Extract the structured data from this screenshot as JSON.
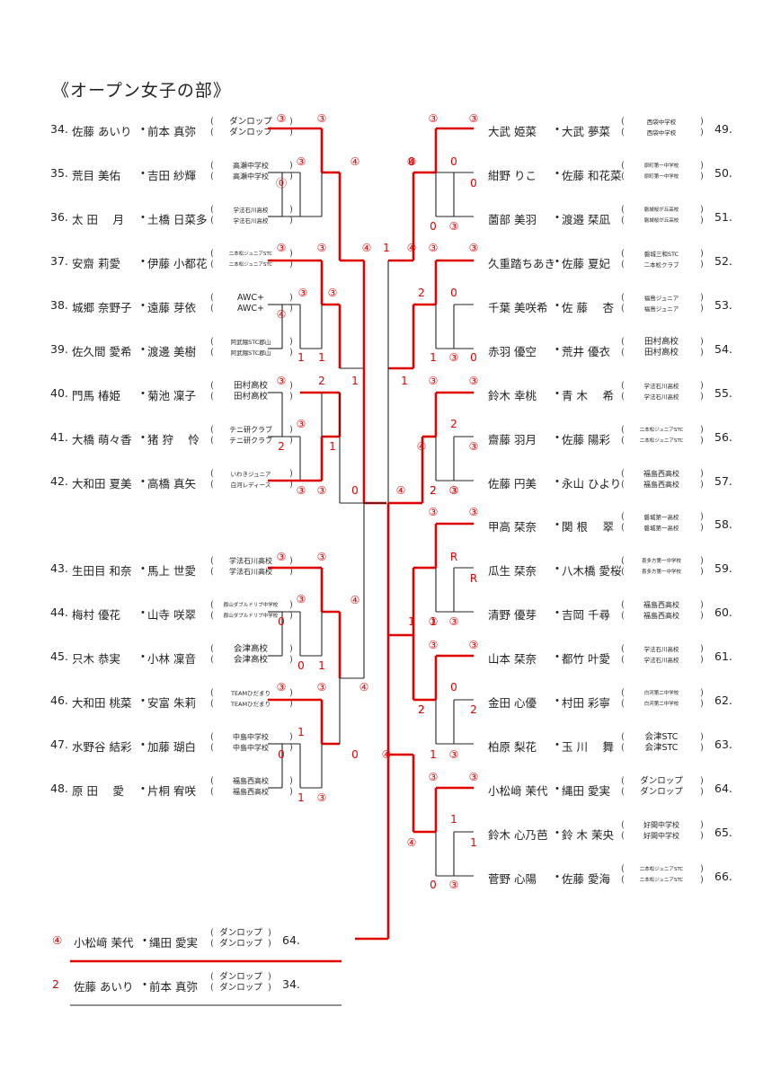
{
  "title": "《オープン女子の部》",
  "left": [
    {
      "num": "34.",
      "p1": "佐藤 あいり",
      "p2": "前本 真弥",
      "c1": "ダンロップ",
      "c2": "ダンロップ",
      "cs": "sm1"
    },
    {
      "num": "35.",
      "p1": "荒目 美佑",
      "p2": "吉田 紗輝",
      "c1": "高瀬中学校",
      "c2": "高瀬中学校",
      "cs": "sm2"
    },
    {
      "num": "36.",
      "p1": "太 田　 月",
      "p2": "土橋 日菜多",
      "c1": "学法石川高校",
      "c2": "学法石川高校",
      "cs": "sm3"
    },
    {
      "num": "37.",
      "p1": "安齋 莉愛",
      "p2": "伊藤 小都花",
      "c1": "二本松ジュニアSTC",
      "c2": "二本松ジュニアSTC",
      "cs": "sm4"
    },
    {
      "num": "38.",
      "p1": "城郷 奈野子",
      "p2": "遠藤 芽依",
      "c1": "AWC+",
      "c2": "AWC+",
      "cs": "sm1"
    },
    {
      "num": "39.",
      "p1": "佐久間 愛希",
      "p2": "渡邊 美樹",
      "c1": "阿武隈STC郡山",
      "c2": "阿武隈STC郡山",
      "cs": "sm3"
    },
    {
      "num": "40.",
      "p1": "門馬 椿姫",
      "p2": "菊池 凜子",
      "c1": "田村高校",
      "c2": "田村高校",
      "cs": "sm1"
    },
    {
      "num": "41.",
      "p1": "大橋 萌々香",
      "p2": "猪 狩　 怜",
      "c1": "テニ研クラブ",
      "c2": "テニ研クラブ",
      "cs": "sm2"
    },
    {
      "num": "42.",
      "p1": "大和田 夏美",
      "p2": "高橋 真矢",
      "c1": "いわきジュニア",
      "c2": "白河レディース",
      "cs": "sm3"
    },
    {
      "num": "43.",
      "p1": "生田目 和奈",
      "p2": "馬上 世愛",
      "c1": "学法石川高校",
      "c2": "学法石川高校",
      "cs": "sm2"
    },
    {
      "num": "44.",
      "p1": "梅村 優花",
      "p2": "山寺 咲翠",
      "c1": "郡山ダブルドリブ中学校",
      "c2": "郡山ダブルドリブ中学校",
      "cs": "sm4"
    },
    {
      "num": "45.",
      "p1": "只木 恭実",
      "p2": "小林 凜音",
      "c1": "会津高校",
      "c2": "会津高校",
      "cs": "sm1"
    },
    {
      "num": "46.",
      "p1": "大和田 桃菜",
      "p2": "安富 朱莉",
      "c1": "TEAMひだまり",
      "c2": "TEAMひだまり",
      "cs": "sm3"
    },
    {
      "num": "47.",
      "p1": "水野谷 結彩",
      "p2": "加藤 瑚白",
      "c1": "中島中学校",
      "c2": "中島中学校",
      "cs": "sm2"
    },
    {
      "num": "48.",
      "p1": "原 田　 愛",
      "p2": "片桐 宥咲",
      "c1": "福島西高校",
      "c2": "福島西高校",
      "cs": "sm2"
    }
  ],
  "right": [
    {
      "num": "49.",
      "p1": "大武 姫菜",
      "p2": "大武 夢菜",
      "c1": "西袋中学校",
      "c2": "西袋中学校",
      "cs": "sm3"
    },
    {
      "num": "50.",
      "p1": "紺野 りこ",
      "p2": "佐藤 和花菜",
      "c1": "原町第一中学校",
      "c2": "原町第一中学校",
      "cs": "sm4"
    },
    {
      "num": "51.",
      "p1": "薗部 美羽",
      "p2": "渡邉 栞凪",
      "c1": "磐城桜が丘高校",
      "c2": "磐城桜が丘高校",
      "cs": "sm4"
    },
    {
      "num": "52.",
      "p1": "久重踏ちあき",
      "p2": "佐藤 夏妃",
      "c1": "磐城三和STC",
      "c2": "二本松クラブ",
      "cs": "sm3"
    },
    {
      "num": "53.",
      "p1": "千葉 美咲希",
      "p2": "佐 藤　 杏",
      "c1": "福島ジュニア",
      "c2": "福島ジュニア",
      "cs": "sm3"
    },
    {
      "num": "54.",
      "p1": "赤羽 優空",
      "p2": "荒井 優衣",
      "c1": "田村高校",
      "c2": "田村高校",
      "cs": "sm1"
    },
    {
      "num": "55.",
      "p1": "鈴木 幸桃",
      "p2": "青 木　 希",
      "c1": "学法石川高校",
      "c2": "学法石川高校",
      "cs": "sm3"
    },
    {
      "num": "56.",
      "p1": "齋藤 羽月",
      "p2": "佐藤 陽彩",
      "c1": "二本松ジュニアSTC",
      "c2": "二本松ジュニアSTC",
      "cs": "sm4"
    },
    {
      "num": "57.",
      "p1": "佐藤 円美",
      "p2": "永山 ひより",
      "c1": "福島西高校",
      "c2": "福島西高校",
      "cs": "sm2"
    },
    {
      "num": "58.",
      "p1": "甲高 栞奈",
      "p2": "関 根　 翠",
      "c1": "磐城第一高校",
      "c2": "磐城第一高校",
      "cs": "sm3"
    },
    {
      "num": "59.",
      "p1": "瓜生 栞奈",
      "p2": "八木橋 愛桜",
      "c1": "喜多方第一中学校",
      "c2": "喜多方第一中学校",
      "cs": "sm4"
    },
    {
      "num": "60.",
      "p1": "清野 優芽",
      "p2": "吉岡 千尋",
      "c1": "福島西高校",
      "c2": "福島西高校",
      "cs": "sm2"
    },
    {
      "num": "61.",
      "p1": "山本 栞奈",
      "p2": "都竹 叶愛",
      "c1": "学法石川高校",
      "c2": "学法石川高校",
      "cs": "sm3"
    },
    {
      "num": "62.",
      "p1": "金田 心優",
      "p2": "村田 彩寧",
      "c1": "白河第二中学校",
      "c2": "白河第二中学校",
      "cs": "sm4"
    },
    {
      "num": "63.",
      "p1": "柏原 梨花",
      "p2": "玉 川　 舞",
      "c1": "会津STC",
      "c2": "会津STC",
      "cs": "sm1"
    },
    {
      "num": "64.",
      "p1": "小松﨑 茉代",
      "p2": "縄田 愛実",
      "c1": "ダンロップ",
      "c2": "ダンロップ",
      "cs": "sm1"
    },
    {
      "num": "65.",
      "p1": "鈴木 心乃芭",
      "p2": "鈴 木 茉央",
      "c1": "好間中学校",
      "c2": "好間中学校",
      "cs": "sm2"
    },
    {
      "num": "66.",
      "p1": "菅野 心陽",
      "p2": "佐藤 愛海",
      "c1": "二本松ジュニアSTC",
      "c2": "二本松ジュニアSTC",
      "cs": "sm4"
    }
  ],
  "final": [
    {
      "score": "④",
      "p1": "小松﨑 茉代",
      "p2": "縄田 愛実",
      "c1": "ダンロップ",
      "c2": "ダンロップ",
      "num": "64."
    },
    {
      "score": "2",
      "p1": "佐藤 あいり",
      "p2": "前本 真弥",
      "c1": "ダンロップ",
      "c2": "ダンロップ",
      "num": "34."
    }
  ],
  "scores": [
    "③",
    "③",
    "③",
    "⓪",
    "④",
    "④",
    "1",
    "0",
    "④",
    "2",
    "③",
    "③",
    "③",
    "③",
    "④",
    "1",
    "1",
    "1",
    "③",
    "2",
    "③",
    "2",
    "1",
    "1",
    "③",
    "③",
    "0",
    "④",
    "2",
    "③",
    "③",
    "③",
    "③",
    "0",
    "④",
    "1",
    "0",
    "③",
    "③",
    "1",
    "0",
    "③",
    "1",
    "④",
    "0",
    "④",
    "③",
    "③",
    "④",
    "③",
    "③",
    "0",
    "0",
    "0",
    "③",
    "③",
    "③",
    "2",
    "0",
    "1",
    "③",
    "0",
    "③",
    "③",
    "2",
    "④",
    "③",
    "2",
    "③",
    "③",
    "R",
    "R",
    "1",
    "1",
    "③",
    "③",
    "③",
    "0",
    "2",
    "2",
    "1",
    "③",
    "③",
    "③",
    "1",
    "④",
    "1",
    "0",
    "③"
  ],
  "colors": {
    "accent": "#e00000",
    "line": "#222222"
  }
}
